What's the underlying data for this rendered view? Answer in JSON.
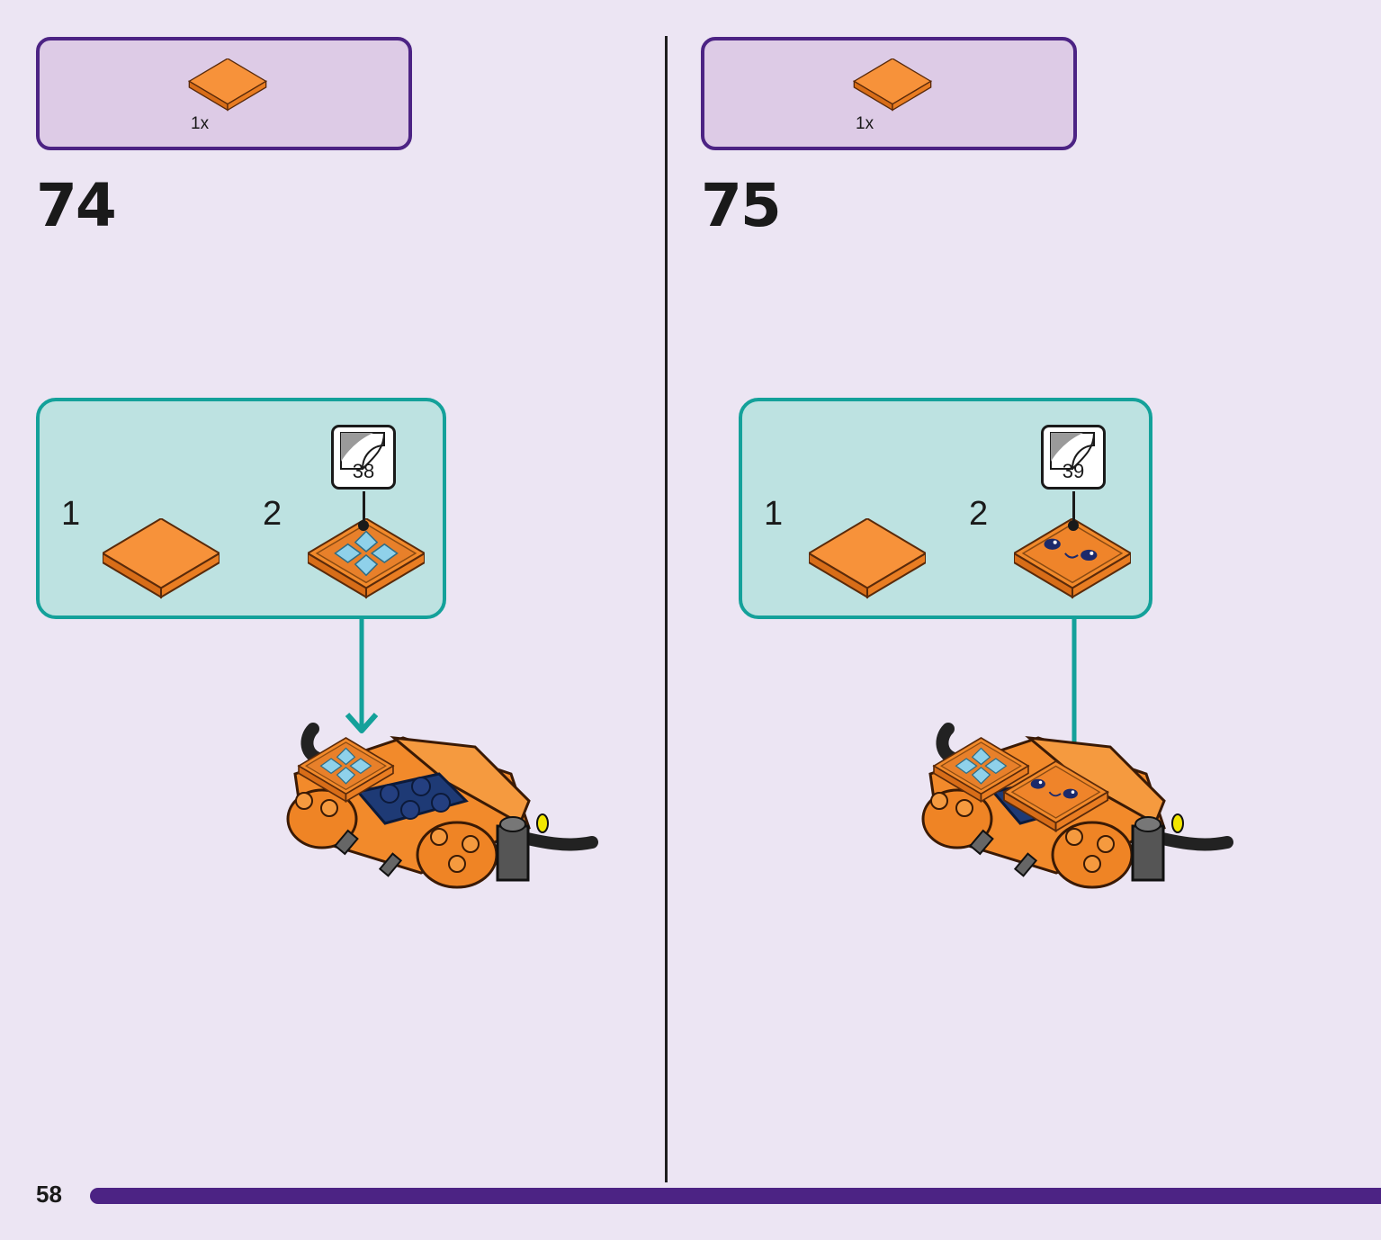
{
  "page": {
    "number": "58"
  },
  "colors": {
    "background": "#ece5f3",
    "parts_box_fill": "#ddcbe6",
    "parts_box_border": "#4c2384",
    "sub_box_fill": "#bde2e1",
    "sub_box_border": "#14a19a",
    "brick_orange": "#f28a2b",
    "footer_bar": "#4c2384"
  },
  "steps": [
    {
      "number": "74",
      "parts": {
        "quantity": "1x",
        "piece_icon": "orange-tile-2x2-icon"
      },
      "sub_steps": [
        {
          "label": "1",
          "icon": "orange-tile-2x2-icon"
        },
        {
          "label": "2",
          "icon": "orange-tile-flower-sticker-icon"
        }
      ],
      "sticker": {
        "number": "38"
      },
      "model_icon": "vehicle-model-flower-tile-icon"
    },
    {
      "number": "75",
      "parts": {
        "quantity": "1x",
        "piece_icon": "orange-tile-2x2-icon"
      },
      "sub_steps": [
        {
          "label": "1",
          "icon": "orange-tile-2x2-icon"
        },
        {
          "label": "2",
          "icon": "orange-tile-face-sticker-icon"
        }
      ],
      "sticker": {
        "number": "39"
      },
      "model_icon": "vehicle-model-face-tile-icon"
    }
  ]
}
